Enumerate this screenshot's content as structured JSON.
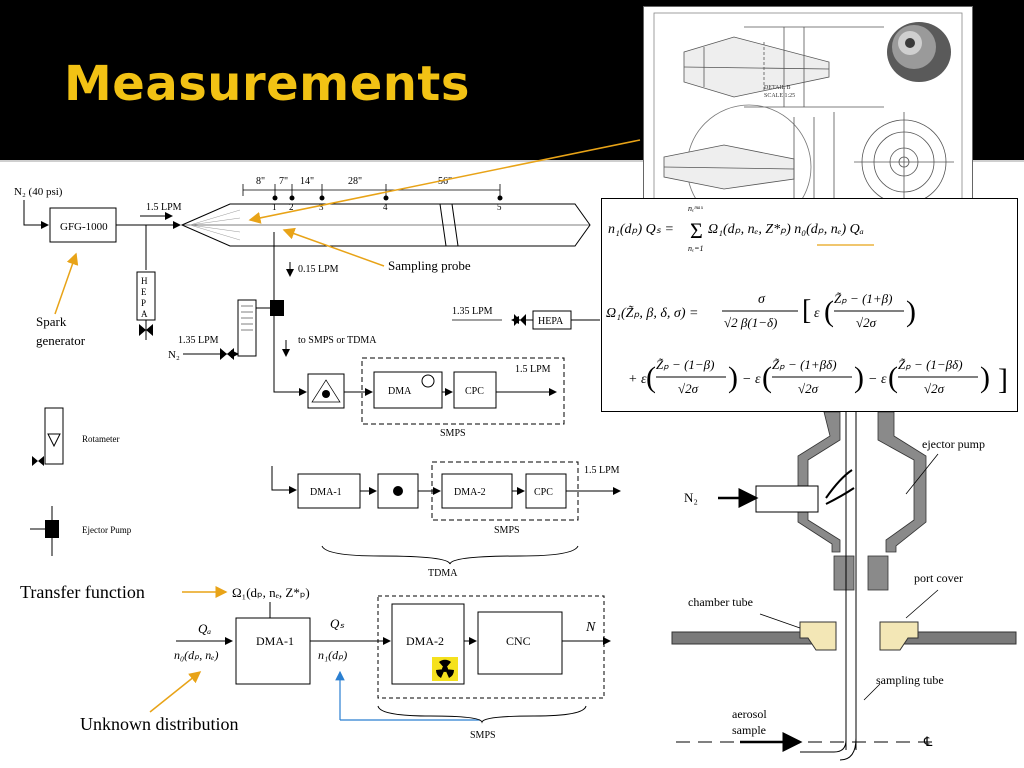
{
  "slide": {
    "title": "Measurements",
    "accent_color": "#f2c214",
    "band_color": "#000000"
  },
  "schematic": {
    "n2_supply": "N₂ (40 psi)",
    "spark_box": "GFG-1000",
    "flow_main": "1.5 LPM",
    "spark_label_1": "Spark",
    "spark_label_2": "generator",
    "hepa_letters": [
      "H",
      "E",
      "P",
      "A"
    ],
    "dist_labels": [
      "8\"",
      "7\"",
      "14\"",
      "28\"",
      "56\""
    ],
    "port_labels": [
      "1",
      "2",
      "3",
      "4",
      "5"
    ],
    "sampling_probe": "Sampling probe",
    "flow_sample": "0.15 LPM",
    "to_smps": "to SMPS or TDMA",
    "flow_n2_135": "1.35 LPM",
    "n2_small": "N₂",
    "flow_hepa_135": "1.35 LPM",
    "hepa_box": "HEPA",
    "dma": "DMA",
    "cpc": "CPC",
    "smps": "SMPS",
    "flow_smps_out": "1.5 LPM",
    "dma1": "DMA-1",
    "dma2": "DMA-2",
    "cpc2": "CPC",
    "smps2": "SMPS",
    "tdma": "TDMA",
    "flow_tdma_out": "1.5 LPM",
    "legend_rotameter": "Rotameter",
    "legend_ejector": "Ejector Pump"
  },
  "transfer": {
    "transfer_label": "Transfer function",
    "unknown_label": "Unknown distribution",
    "omega": "Ω₁(dₚ, nₑ, Z*ₚ)",
    "qa": "Qₐ",
    "n0": "n₀(dₚ, nₑ)",
    "dma1": "DMA-1",
    "qs": "Qₛ",
    "n1": "n₁(dₚ)",
    "dma2": "DMA-2",
    "cnc": "CNC",
    "n_out": "N",
    "smps": "SMPS"
  },
  "equations": {
    "eq1_lhs": "n₁(dₚ) Qₛ =",
    "sum_top": "nₑᵐᵃˣ",
    "sum_bottom": "nₑ=1",
    "eq1_rhs": "Ω₁(dₚ, nₑ, Z*ₚ) n₀(dₚ, nₑ) Qₐ",
    "eq2_lhs": "Ω₁(Z̃ₚ, β, δ, σ) =",
    "eq2_frac_num": "σ",
    "eq2_frac_den": "√2 β(1−δ)",
    "eq2_term1_num": "Z̃ₚ − (1+β)",
    "eq2_term_den": "√2σ",
    "eq2_plus": "+ ε",
    "eq2_term2_num": "Z̃ₚ − (1−β)",
    "eq2_minus1": "− ε",
    "eq2_term3_num": "Z̃ₚ − (1+βδ)",
    "eq2_minus2": "− ε",
    "eq2_term4_num": "Z̃ₚ − (1−βδ)",
    "eps": "ε"
  },
  "ejector": {
    "ejector_pump": "ejector pump",
    "n2": "N₂",
    "port_cover": "port cover",
    "chamber_tube": "chamber tube",
    "sampling_tube": "sampling tube",
    "aerosol_1": "aerosol",
    "aerosol_2": "sample",
    "centerline": "℄"
  },
  "drawing": {
    "detail": "DETAIL B",
    "scale": "SCALE 1:25"
  },
  "colors": {
    "arrow_orange": "#e8a317",
    "arrow_blue": "#2a7fd1",
    "radiation_yellow": "#f5e11e",
    "port_cover_fill": "#f3e7b6",
    "pump_gray": "#8a8a8a"
  }
}
